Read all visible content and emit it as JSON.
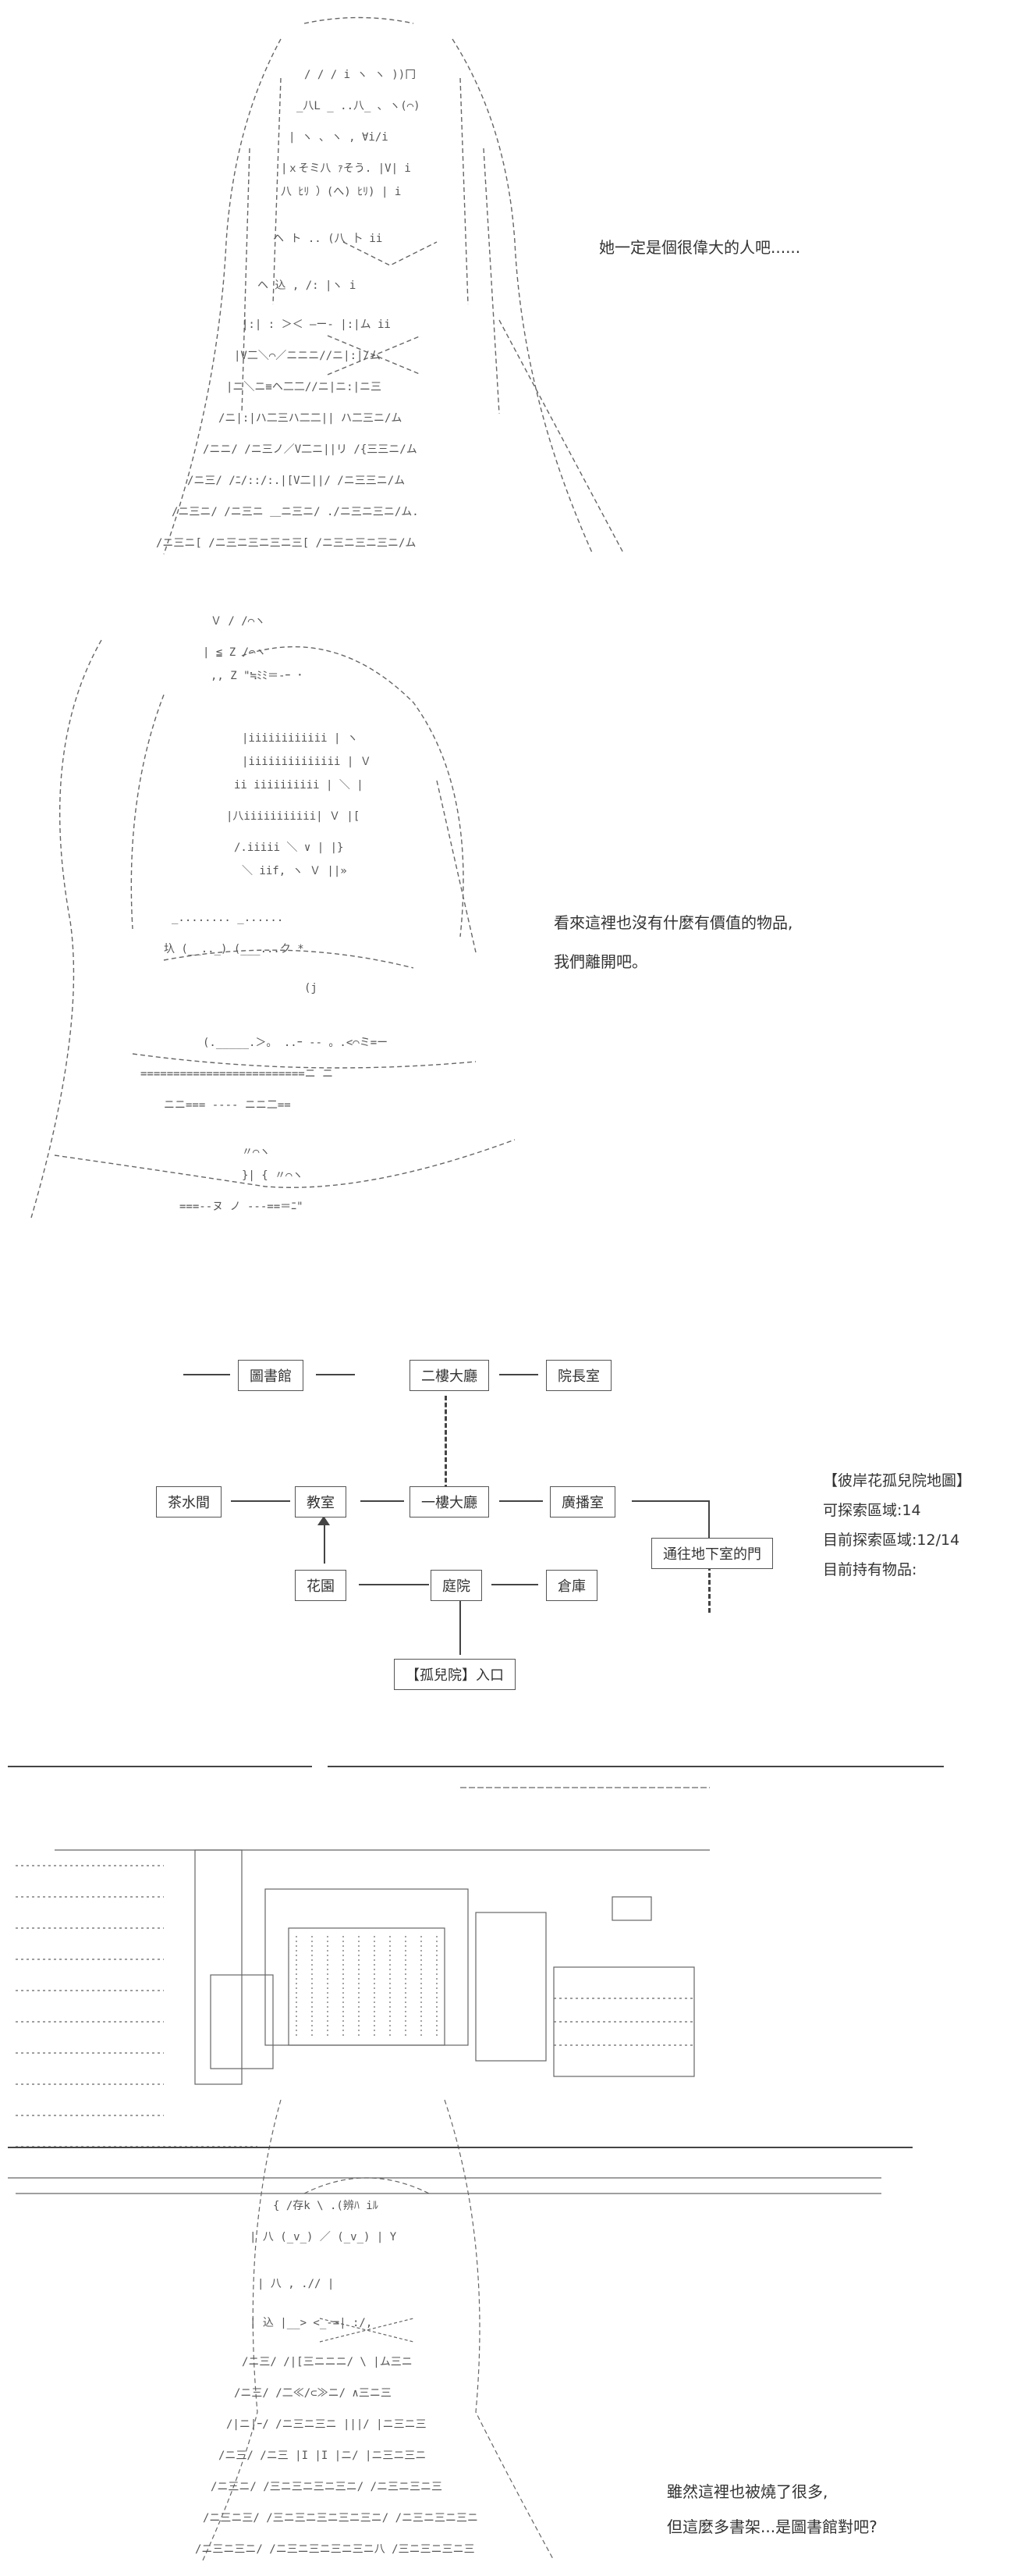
{
  "panel1": {
    "caption": "她一定是個很偉大的人吧......"
  },
  "panel2": {
    "caption_lines": [
      "看來這裡也沒有什麼有價值的物品,",
      "我們離開吧。"
    ]
  },
  "map": {
    "nodes": {
      "library": "圖書館",
      "hall2": "二樓大廳",
      "director": "院長室",
      "tearoom": "茶水間",
      "classroom": "教室",
      "hall1": "一樓大廳",
      "broadcast": "廣播室",
      "basement": "通往地下室的門",
      "garden": "花園",
      "courtyard": "庭院",
      "storage": "倉庫",
      "entrance": "【孤兒院】入口"
    },
    "info": {
      "title": "【彼岸花孤兒院地圖】",
      "explorable": "可探索區域:14",
      "explored": "目前探索區域:12/14",
      "items": "目前持有物品:"
    }
  },
  "panel4": {
    "caption_lines": [
      "雖然這裡也被燒了很多,",
      "但這麼多書架...是圖書館對吧?"
    ]
  }
}
